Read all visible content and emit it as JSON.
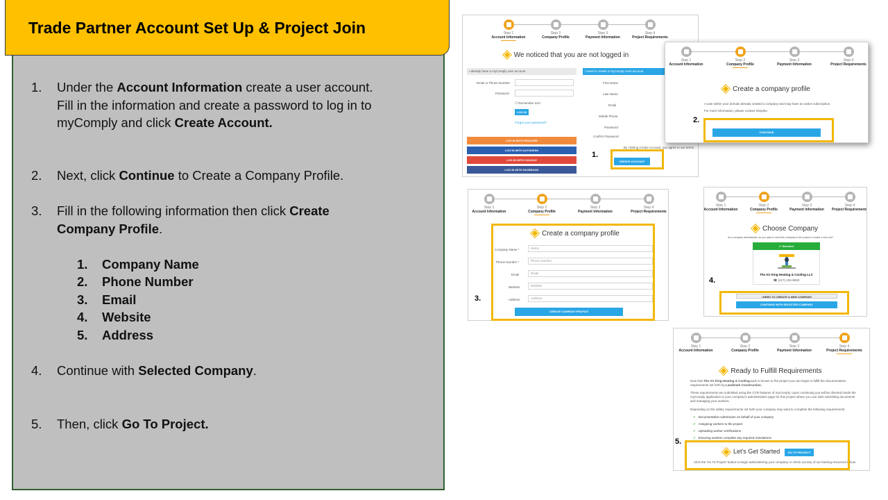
{
  "title": "Trade Partner Account Set Up & Project Join",
  "steps": [
    {
      "num": "1.",
      "pre": "Under the ",
      "b1": "Account Information",
      "mid": " create a user account. Fill in the information and create a password to log in to myComply and click ",
      "b2": "Create Account."
    },
    {
      "num": "2.",
      "pre": "Next,  click ",
      "b1": "Continue",
      "post": " to Create a Company Profile."
    },
    {
      "num": "3.",
      "pre": "Fill in the following information then click ",
      "b1": "Create Company Profile",
      "post": "."
    },
    {
      "num": "4.",
      "pre": "Continue with ",
      "b1": "Selected Company",
      "post": "."
    },
    {
      "num": "5.",
      "pre": "Then, click ",
      "b1": "Go To Project."
    }
  ],
  "sub_items": [
    {
      "num": "1.",
      "label": "Company Name"
    },
    {
      "num": "2.",
      "label": "Phone Number"
    },
    {
      "num": "3.",
      "label": "Email"
    },
    {
      "num": "4.",
      "label": "Website"
    },
    {
      "num": "5.",
      "label": "Address"
    }
  ],
  "stepper": [
    {
      "step": "Step 1",
      "name": "Account Information"
    },
    {
      "step": "Step 2",
      "name": "Company Profile"
    },
    {
      "step": "Step 3",
      "name": "Payment Information"
    },
    {
      "step": "Step 4",
      "name": "Project Requirements"
    }
  ],
  "shot1": {
    "label": "1.",
    "heading": "We noticed that you are not logged in",
    "left_header": "I already have a myComply user account",
    "right_header": "I need to create a myComply user account",
    "left_fields": [
      "Email or Phone Number",
      "Password"
    ],
    "remember": "Remember me?",
    "login": "LOG IN",
    "forgot": "Forgot your password?",
    "social": [
      {
        "text": "LOG IN WITH PROCORE",
        "color": "#f08a3c"
      },
      {
        "text": "LOG IN WITH AUTODESK",
        "color": "#2b5fb0"
      },
      {
        "text": "LOG IN WITH GOOGLE",
        "color": "#e0493b"
      },
      {
        "text": "LOG IN WITH FACEBOOK",
        "color": "#3b5998"
      }
    ],
    "right_fields": [
      "First Name",
      "Last Name",
      "Email",
      "Mobile Phone",
      "Password",
      "Confirm Password"
    ],
    "agree": "By clicking Create Account, you agree to our terms",
    "create": "CREATE ACCOUNT"
  },
  "shot2": {
    "label": "2.",
    "heading": "Create a company profile",
    "line1": "A user within your domain already created a company and may have an active subscription.",
    "line2": "For more information, please contact Shaylee.",
    "button": "CONTINUE"
  },
  "shot3": {
    "label": "3.",
    "heading": "Create a company profile",
    "fields": [
      {
        "label": "Company Name *",
        "ph": "Name"
      },
      {
        "label": "Phone Number *",
        "ph": "Phone Number"
      },
      {
        "label": "Email",
        "ph": "Email"
      },
      {
        "label": "Website",
        "ph": "Website"
      },
      {
        "label": "Address",
        "ph": "Address"
      }
    ],
    "button": "CREATE COMPANY PROFILE"
  },
  "shot4": {
    "label": "4.",
    "heading": "Choose Company",
    "sub": "As a company administrator do you want to send this company to the project or create a new one?",
    "selected": "Selected",
    "company": "The Air King Heating & Cooling LLC",
    "phone": "(417) 234-9020",
    "new_btn": "I NEED TO CREATE A NEW COMPANY",
    "cont_btn": "CONTINUE WITH SELECTED COMPANY"
  },
  "shot5": {
    "label": "5.",
    "heading": "Ready to Fulfill Requirements",
    "p1a": "Now that ",
    "p1b": "The Air King Heating & Cooling LLC",
    "p1c": " is known to the project you can begin to fulfill the documentation requirements set forth by ",
    "p1d": "Landmark Construction.",
    "p2": "These requirements are submitted using the CCR features of myComply. Upon continuing you will be directed inside the myComply application to your company's administration page for this project where you can start submitting documents and managing your workers.",
    "p3": "Depending on the safety requirements set forth your company may want to complete the following requirements:",
    "checks": [
      "Documentation submission on behalf of your company",
      "Assigning workers to the project",
      "Uploading worker certifications",
      "Ensuring workers complete any required orientations"
    ],
    "lets": "Let's Get Started",
    "go": "GO TO PROJECT",
    "foot": "Click the 'Go To Project' button to begin administering your company or check out any of our training resources below."
  }
}
